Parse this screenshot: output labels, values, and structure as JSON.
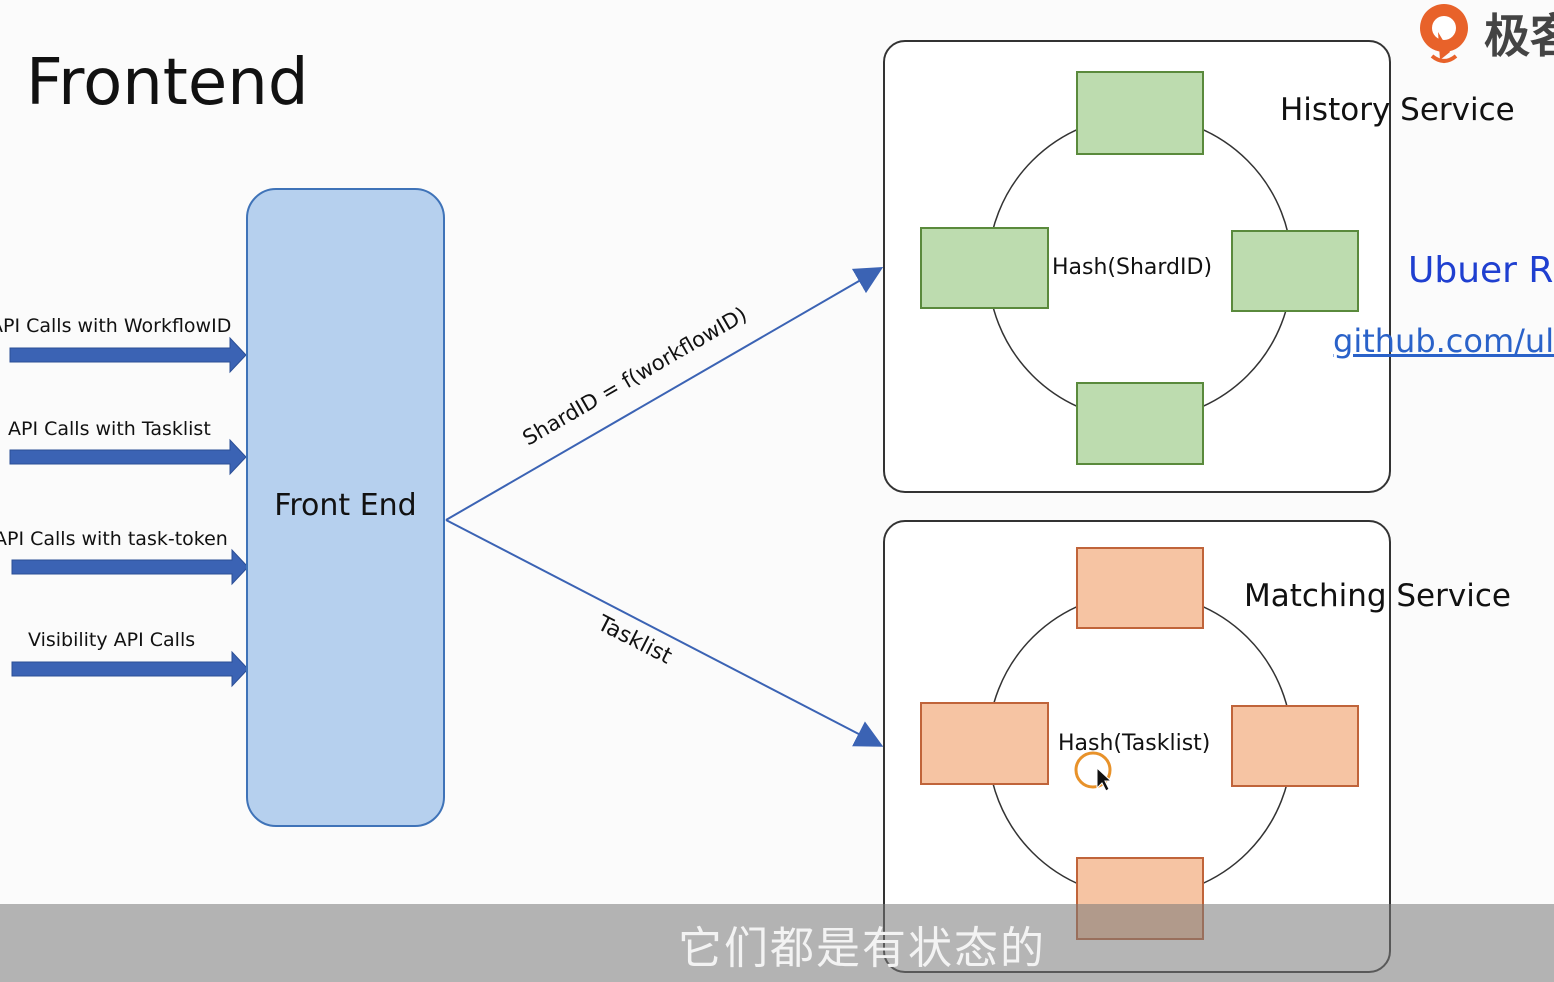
{
  "title": "Frontend",
  "inputs": [
    {
      "label": "API Calls with WorkflowID"
    },
    {
      "label": "API Calls with Tasklist"
    },
    {
      "label": "API Calls with task-token"
    },
    {
      "label": "Visibility API Calls"
    }
  ],
  "frontend": {
    "label": "Front End"
  },
  "edges": {
    "history_label": "ShardID = f(workflowID)",
    "matching_label": "Tasklist"
  },
  "history": {
    "title": "History Service",
    "ring_label": "Hash(ShardID)",
    "node_fill": "#bddcaf",
    "node_stroke": "#5a8a3c"
  },
  "matching": {
    "title": "Matching Service",
    "ring_label": "Hash(Tasklist)",
    "node_fill": "#f6c4a3",
    "node_stroke": "#c0643a"
  },
  "reference": {
    "title": "Ubuer Ri",
    "link": "github.com/ul"
  },
  "logo": {
    "text": "极客",
    "accent": "#e8622a"
  },
  "subtitle": "它们都是有状态的",
  "colors": {
    "arrow": "#3b63b4",
    "line": "#3b63b4"
  }
}
